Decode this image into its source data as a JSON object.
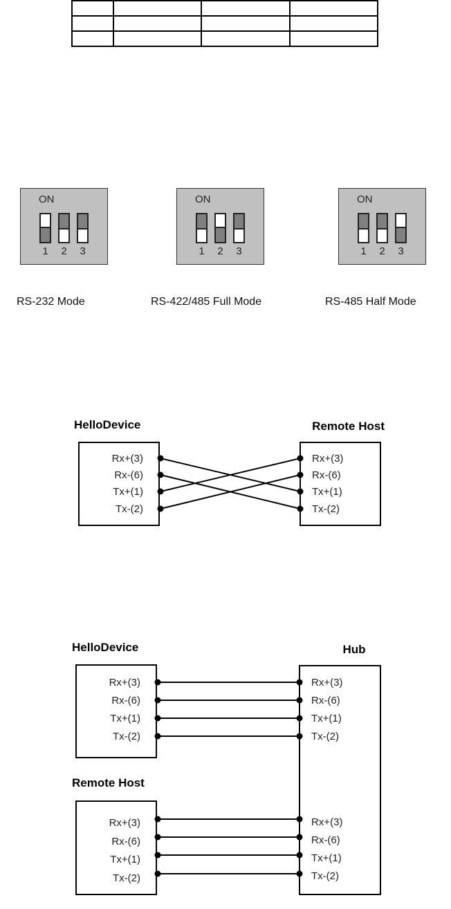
{
  "table": {
    "rows": [
      [
        "",
        "",
        "",
        ""
      ],
      [
        "",
        "",
        "",
        ""
      ],
      [
        "",
        "",
        "",
        ""
      ]
    ]
  },
  "dip_switches": {
    "on_label": "ON",
    "switch_numbers": [
      "1",
      "2",
      "3"
    ],
    "modes": [
      {
        "label": "RS-232 Mode",
        "states": [
          "on",
          "off",
          "off"
        ]
      },
      {
        "label": "RS-422/485 Full Mode",
        "states": [
          "off",
          "on",
          "off"
        ]
      },
      {
        "label": "RS-485 Half Mode",
        "states": [
          "off",
          "off",
          "on"
        ]
      }
    ]
  },
  "crossover_diagram": {
    "left_title": "HelloDevice",
    "right_title": "Remote Host",
    "left_pins": [
      "Rx+(3)",
      "Rx-(6)",
      "Tx+(1)",
      "Tx-(2)"
    ],
    "right_pins": [
      "Rx+(3)",
      "Rx-(6)",
      "Tx+(1)",
      "Tx-(2)"
    ],
    "connections": [
      {
        "from": "Rx+(3)",
        "to": "Tx+(1)"
      },
      {
        "from": "Rx-(6)",
        "to": "Tx-(2)"
      },
      {
        "from": "Tx+(1)",
        "to": "Rx+(3)"
      },
      {
        "from": "Tx-(2)",
        "to": "Rx-(6)"
      }
    ]
  },
  "hub_diagram": {
    "device_title": "HelloDevice",
    "hub_title": "Hub",
    "host_title": "Remote Host",
    "device_pins": [
      "Rx+(3)",
      "Rx-(6)",
      "Tx+(1)",
      "Tx-(2)"
    ],
    "host_pins": [
      "Rx+(3)",
      "Rx-(6)",
      "Tx+(1)",
      "Tx-(2)"
    ],
    "hub_upper_pins": [
      "Rx+(3)",
      "Rx-(6)",
      "Tx+(1)",
      "Tx-(2)"
    ],
    "hub_lower_pins": [
      "Rx+(3)",
      "Rx-(6)",
      "Tx+(1)",
      "Tx-(2)"
    ],
    "connections": "straight-through"
  }
}
